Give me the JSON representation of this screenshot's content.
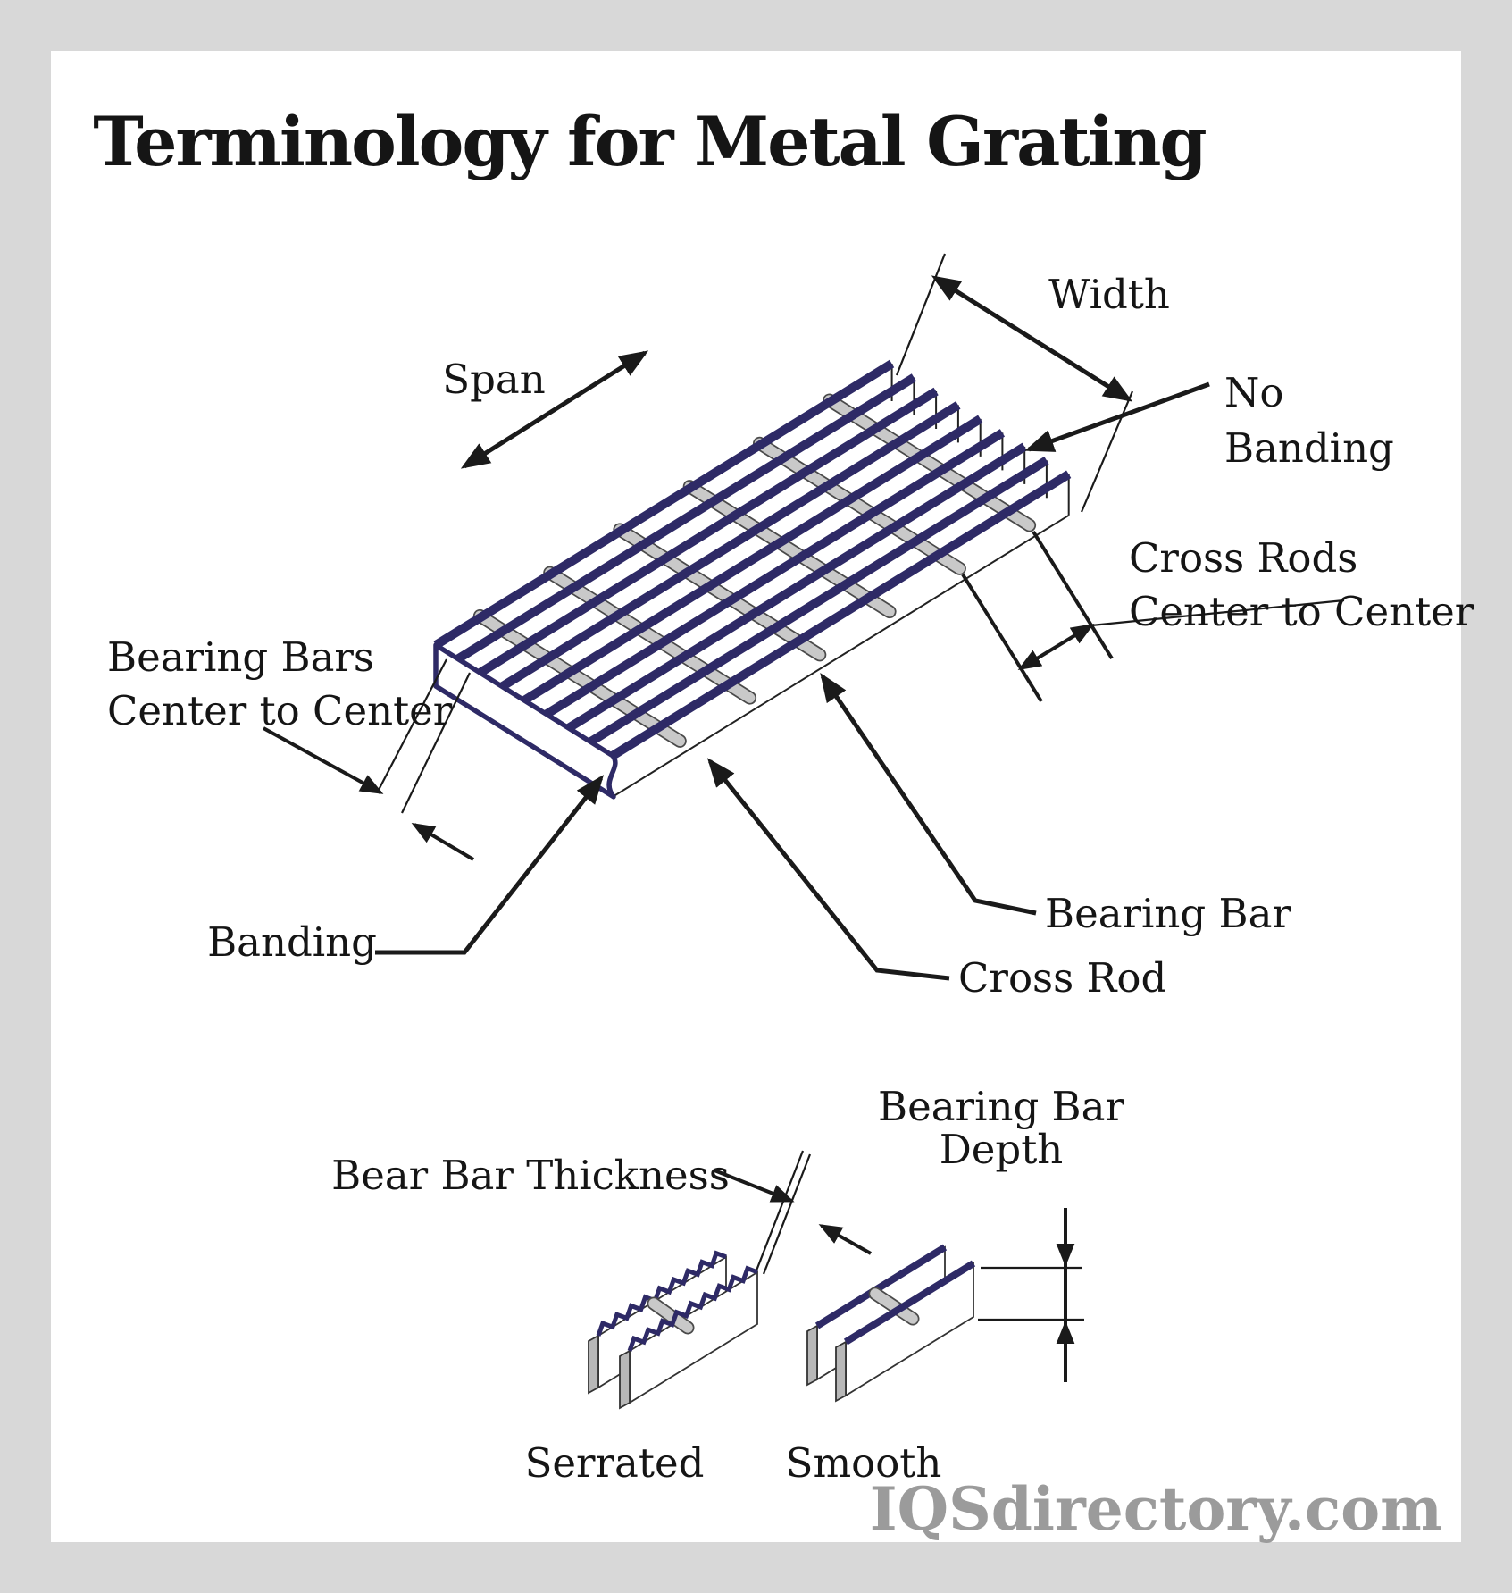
{
  "title": "Terminology for Metal Grating",
  "watermark": "IQSdirectory.com",
  "colors": {
    "background": "#d8d8d8",
    "panel": "#ffffff",
    "bearing_bar_navy": "#2e2a66",
    "cross_rod_gray": "#c9c9c9",
    "cross_rod_outline": "#4a4a4a",
    "annotation_black": "#1a1a1a",
    "watermark_gray": "#9b9b9b"
  },
  "labels": {
    "span": "Span",
    "width": "Width",
    "no_banding_line1": "No",
    "no_banding_line2": "Banding",
    "cross_rods_c2c_line1": "Cross Rods",
    "cross_rods_c2c_line2": "Center to Center",
    "bearing_bars_c2c_line1": "Bearing Bars",
    "bearing_bars_c2c_line2": "Center to Center",
    "bearing_bar": "Bearing Bar",
    "banding": "Banding",
    "cross_rod": "Cross Rod",
    "bear_bar_thickness": "Bear Bar Thickness",
    "bearing_bar_depth_line1": "Bearing Bar",
    "bearing_bar_depth_line2": "Depth",
    "serrated": "Serrated",
    "smooth": "Smooth"
  }
}
